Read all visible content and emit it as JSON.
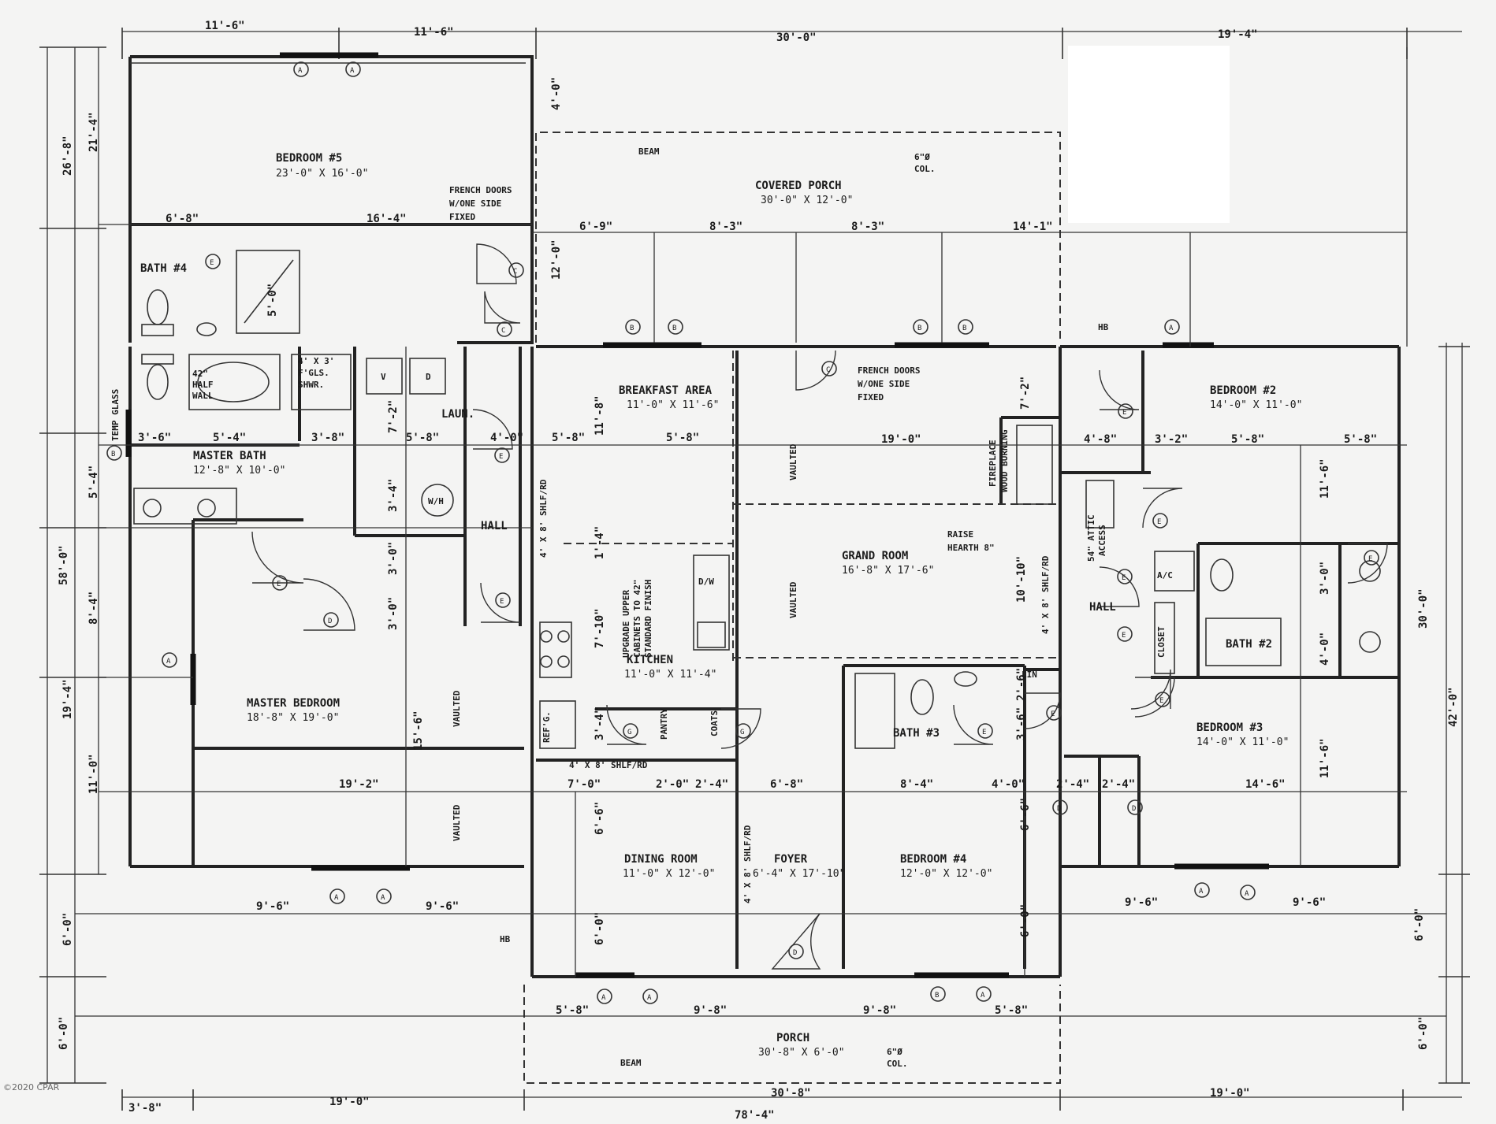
{
  "rooms": {
    "bedroom5": {
      "name": "BEDROOM #5",
      "size": "23'-0\" X 16'-0\""
    },
    "covered_porch": {
      "name": "COVERED PORCH",
      "size": "30'-0\" X 12'-0\""
    },
    "bath4": {
      "name": "BATH #4"
    },
    "master_bath": {
      "name": "MASTER BATH",
      "size": "12'-8\" X 10'-0\""
    },
    "laundry": {
      "name": "LAUN."
    },
    "hall_left": {
      "name": "HALL"
    },
    "breakfast": {
      "name": "BREAKFAST AREA",
      "size": "11'-0\" X 11'-6\""
    },
    "grand_room": {
      "name": "GRAND ROOM",
      "size": "16'-8\" X 17'-6\""
    },
    "bedroom2": {
      "name": "BEDROOM #2",
      "size": "14'-0\" X 11'-0\""
    },
    "kitchen": {
      "name": "KITCHEN",
      "size": "11'-0\" X 11'-4\""
    },
    "master_bedroom": {
      "name": "MASTER BEDROOM",
      "size": "18'-8\" X 19'-0\""
    },
    "bath3": {
      "name": "BATH #3"
    },
    "bath2": {
      "name": "BATH #2"
    },
    "hall_right": {
      "name": "HALL"
    },
    "bedroom3": {
      "name": "BEDROOM #3",
      "size": "14'-0\" X 11'-0\""
    },
    "dining": {
      "name": "DINING ROOM",
      "size": "11'-0\" X 12'-0\""
    },
    "foyer": {
      "name": "FOYER",
      "size": "6'-4\" X 17'-10\""
    },
    "bedroom4": {
      "name": "BEDROOM #4",
      "size": "12'-0\" X 12'-0\""
    },
    "porch": {
      "name": "PORCH",
      "size": "30'-8\" X 6'-0\""
    }
  },
  "notes": {
    "french_doors_top": [
      "FRENCH DOORS",
      "W/ONE SIDE",
      "FIXED"
    ],
    "french_doors_mid": [
      "FRENCH DOORS",
      "W/ONE SIDE",
      "FIXED"
    ],
    "beam": "BEAM",
    "col": [
      "6\"Ø",
      "COL."
    ],
    "vaulted": "VAULTED",
    "fireplace": [
      "FIREPLACE",
      "WOOD BURNING"
    ],
    "raise_hearth": [
      "RAISE",
      "HEARTH 8\""
    ],
    "attic": [
      "54\" ATTIC",
      "ACCESS"
    ],
    "upgrade": [
      "UPGRADE UPPER",
      "CABINETS TO 42\"",
      "STANDARD FINISH"
    ],
    "half_wall": [
      "42\"",
      "HALF",
      "WALL"
    ],
    "fgls_shwr": [
      "4' X 3'",
      "F'GLS.",
      "SHWR."
    ],
    "temp_glass": "TEMP GLASS",
    "hb": "HB",
    "wh": "W/H",
    "dw": "D/W",
    "refg": "REF'G.",
    "pantry": "PANTRY",
    "coats": "COATS",
    "closet": "CLOSET",
    "ac": "A/C",
    "lin": "LIN",
    "v": "V",
    "d": "D",
    "shelf_rod_a": "4' X 8' SHLF/RD",
    "shelf_rod_b": "4' X 8' SHLF/RD",
    "shelf_rod_c": "4' X 8' SHLF/RD",
    "shelf_rod_d": "4' X 8' SHLF/RD"
  },
  "dims": {
    "top": [
      "11'-6\"",
      "11'-6\"",
      "30'-0\"",
      "19'-4\""
    ],
    "bottom": [
      "3'-8\"",
      "19'-0\"",
      "30'-8\"",
      "19'-0\""
    ],
    "overall_bottom": "78'-4\"",
    "left": [
      "26'-8\"",
      "21'-4\"",
      "5'-4\"",
      "58'-0\"",
      "8'-4\"",
      "19'-4\"",
      "11'-0\"",
      "6'-0\"",
      "6'-0\""
    ],
    "right": [
      "30'-0\"",
      "42'-0\"",
      "6'-0\"",
      "6'-0\""
    ],
    "row_bed5": [
      "6'-8\"",
      "16'-4\""
    ],
    "row_porch": [
      "6'-9\"",
      "8'-3\"",
      "8'-3\"",
      "14'-1\""
    ],
    "porch_vertical": [
      "4'-0\"",
      "12'-0\""
    ],
    "bath4_shower": "5'-0\"",
    "row_main": [
      "3'-6\"",
      "5'-4\"",
      "3'-8\"",
      "5'-8\"",
      "4'-0\"",
      "5'-8\"",
      "5'-8\"",
      "19'-0\"",
      "4'-8\"",
      "3'-2\"",
      "5'-8\"",
      "5'-8\""
    ],
    "row_lower": [
      "19'-2\"",
      "7'-0\"",
      "2'-0\"",
      "2'-4\"",
      "6'-8\"",
      "8'-4\"",
      "4'-0\"",
      "2'-4\"",
      "2'-4\"",
      "14'-6\""
    ],
    "row_front": [
      "9'-6\"",
      "9'-6\"",
      "9'-6\"",
      "9'-6\""
    ],
    "row_porch_front": [
      "5'-8\"",
      "9'-8\"",
      "9'-8\"",
      "5'-8\""
    ],
    "verticals_inner": [
      "7'-2\"",
      "3'-4\"",
      "3'-0\"",
      "3'-0\"",
      "11'-8\"",
      "1'-4\"",
      "7'-10\"",
      "3'-4\"",
      "15'-6\"",
      "7'-2\"",
      "10'-10\"",
      "2'-6\"",
      "3'-6\"",
      "11'-6\"",
      "3'-0\"",
      "4'-0\"",
      "11'-6\"",
      "6'-6\"",
      "6'-0\"",
      "6'-6\"",
      "6'-0\""
    ]
  },
  "tags": {
    "a": "A",
    "b": "B",
    "c": "C",
    "d": "D",
    "e": "E",
    "g": "G"
  },
  "copyright": "©2020 CPAR"
}
